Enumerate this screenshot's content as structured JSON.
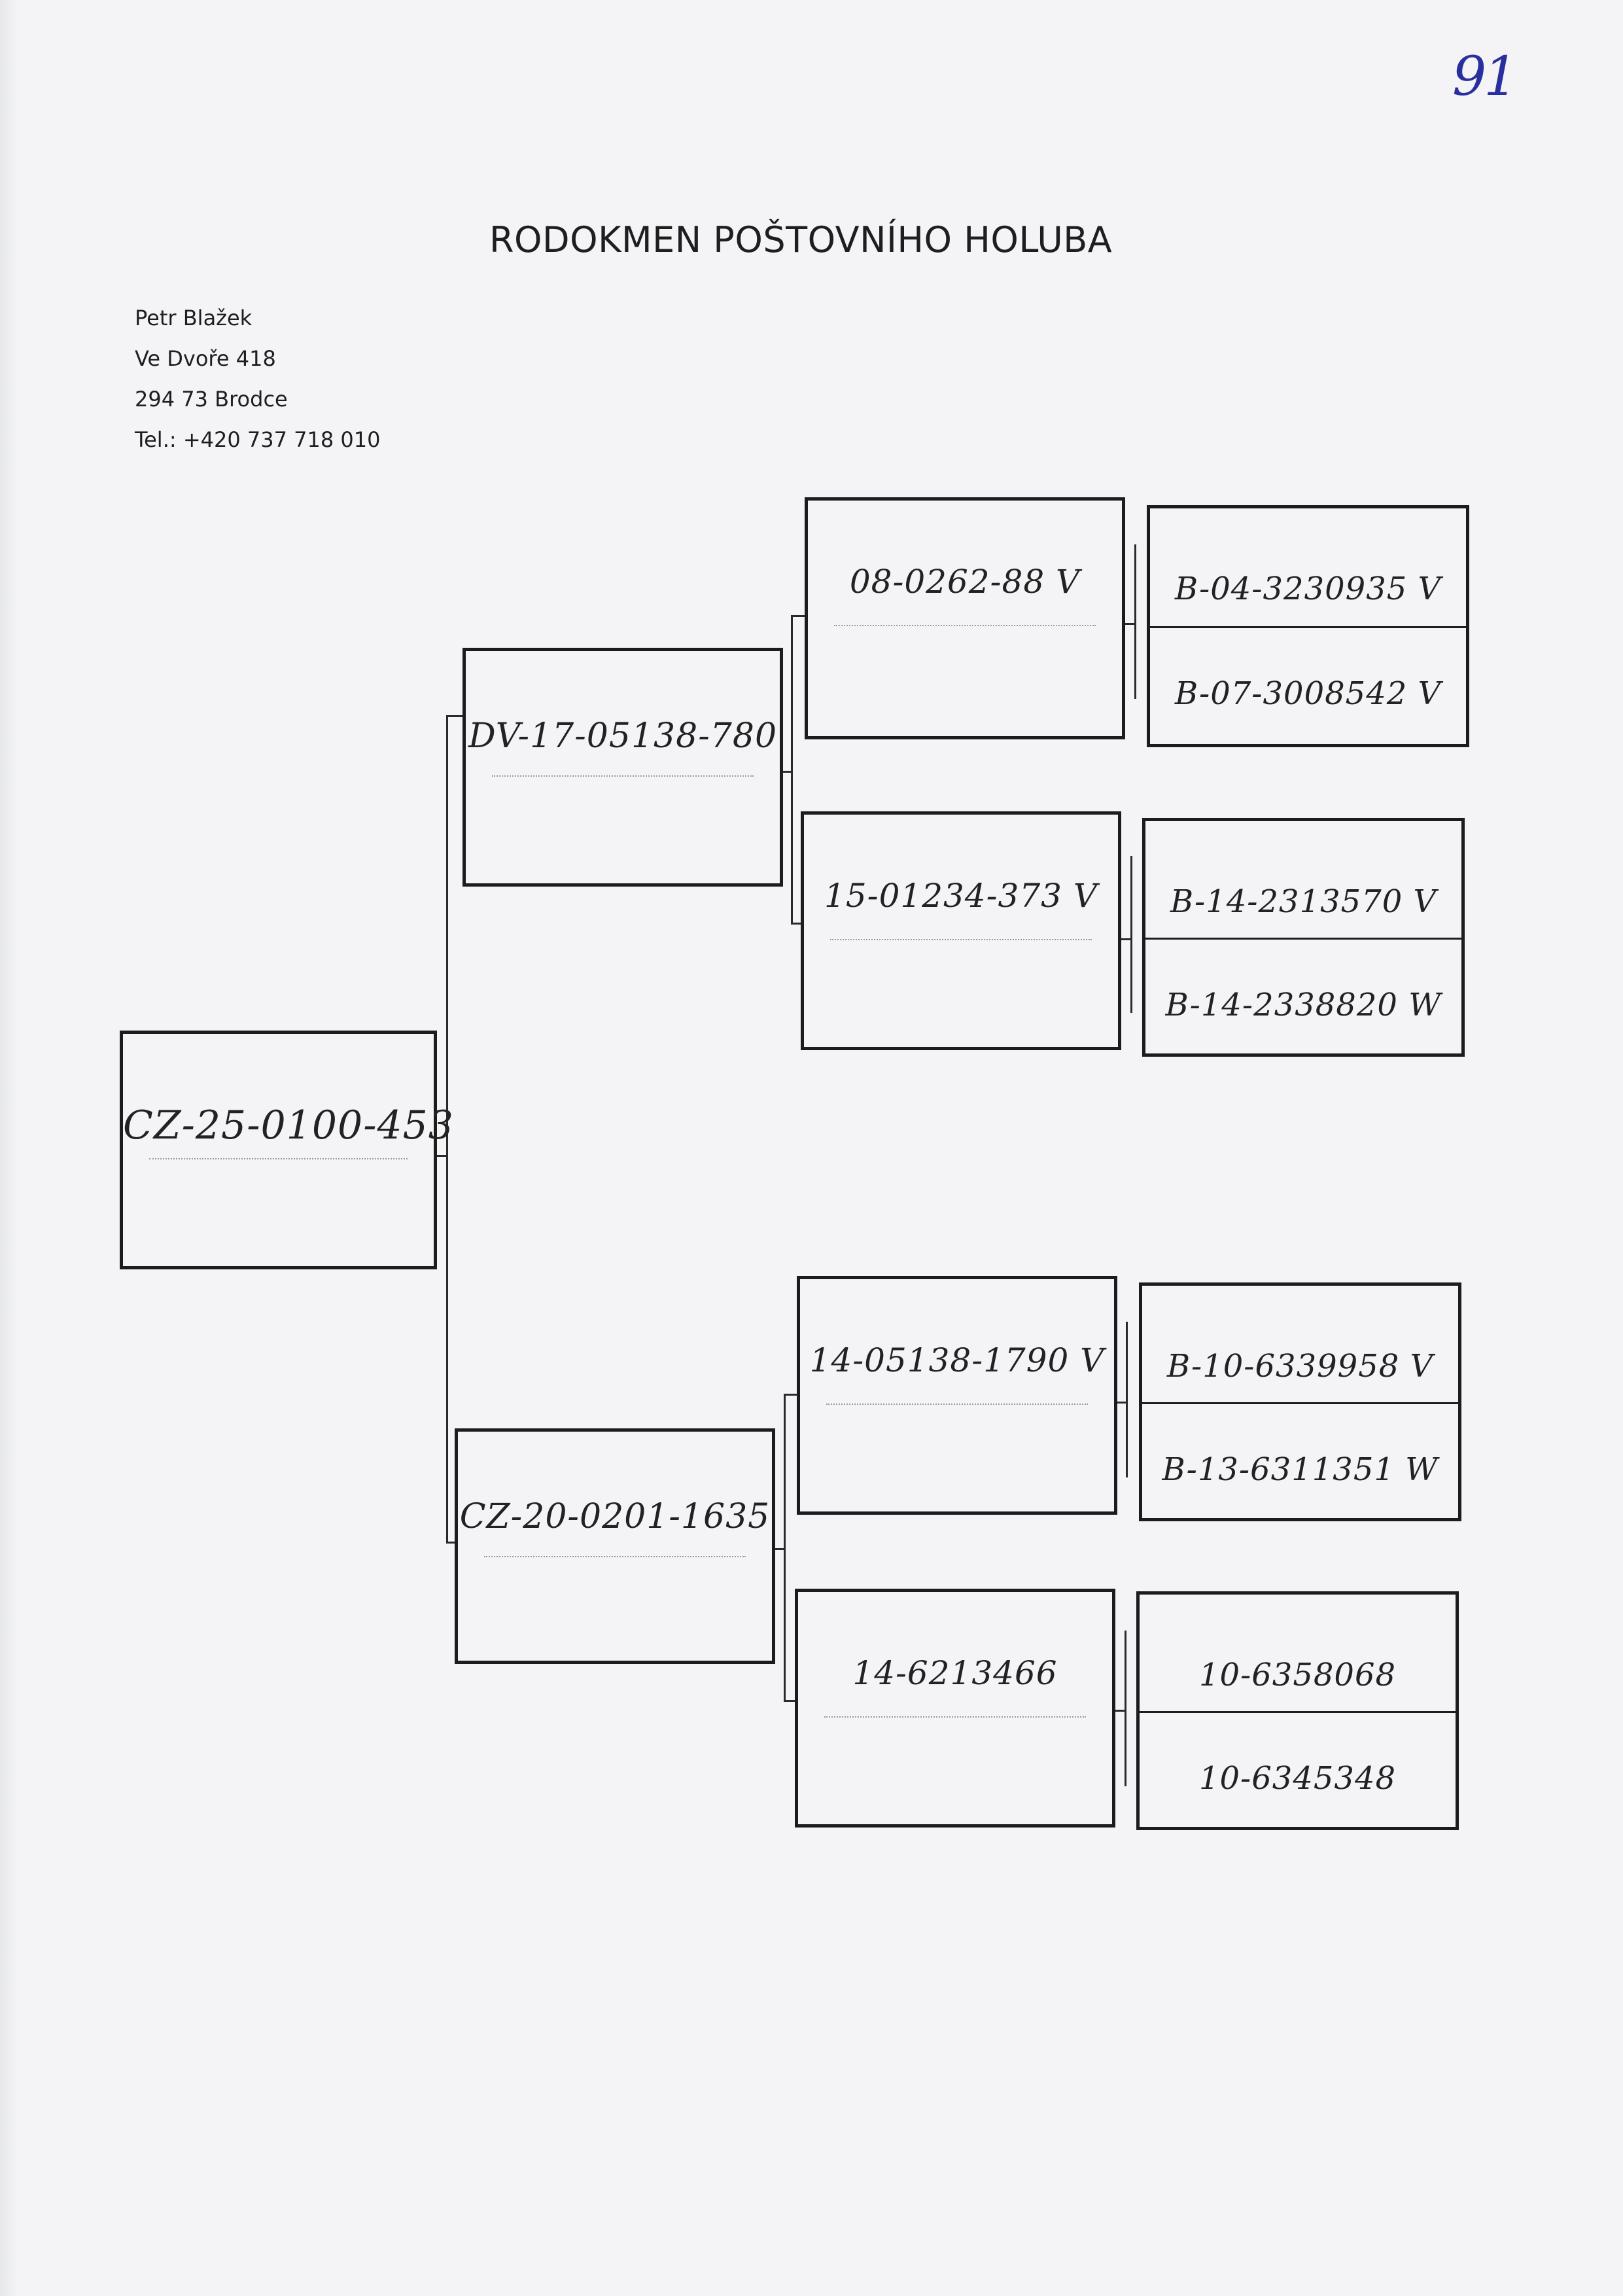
{
  "page_number": "91",
  "title": "RODOKMEN POŠTOVNÍHO HOLUBA",
  "owner": {
    "name": "Petr Blažek",
    "street": "Ve Dvoře 418",
    "city": "294 73 Brodce",
    "phone": "Tel.: +420 737 718 010"
  },
  "pedigree": {
    "subject": "CZ-25-0100-453",
    "sire": "DV-17-05138-780",
    "dam": "CZ-20-0201-1635",
    "sire_sire": "08-0262-88 V",
    "sire_dam": "15-01234-373 V",
    "dam_sire": "14-05138-1790 V",
    "dam_dam": "14-6213466",
    "sire_sire_sire": "B-04-3230935 V",
    "sire_sire_dam": "B-07-3008542 V",
    "sire_dam_sire": "B-14-2313570 V",
    "sire_dam_dam": "B-14-2338820 W",
    "dam_sire_sire": "B-10-6339958 V",
    "dam_sire_dam": "B-13-6311351 W",
    "dam_dam_sire": "10-6358068",
    "dam_dam_dam": "10-6345348"
  }
}
